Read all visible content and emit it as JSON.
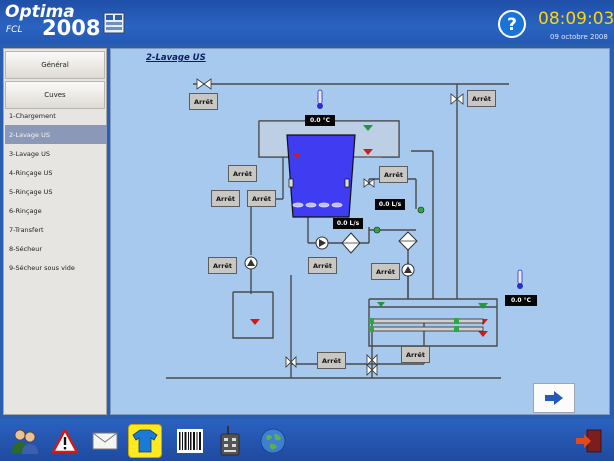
{
  "header": {
    "app_name": "Optima",
    "app_sub": "FCL",
    "app_year": "2008",
    "time": "08:09:03",
    "date": "09 octobre 2008"
  },
  "sidebar": {
    "general_label": "Général",
    "cuves_label": "Cuves",
    "items": [
      {
        "label": "1-Chargement"
      },
      {
        "label": "2-Lavage US",
        "active": true
      },
      {
        "label": "3-Lavage US"
      },
      {
        "label": "4-Rinçage US"
      },
      {
        "label": "5-Rinçage US"
      },
      {
        "label": "6-Rinçage"
      },
      {
        "label": "7-Transfert"
      },
      {
        "label": "8-Sécheur"
      },
      {
        "label": "9-Sécheur sous vide"
      }
    ]
  },
  "main": {
    "title": "2-Lavage US",
    "stop_label": "Arrêt",
    "temp_main": "0.0 °C",
    "temp_right": "0.0 °C",
    "flow_1": "0.0 L/s",
    "flow_2": "0.0 L/s"
  },
  "toolbar": {
    "icons": [
      "users-icon",
      "warning-icon",
      "mail-icon",
      "tshirt-icon",
      "barcode-icon",
      "remote-icon",
      "globe-icon",
      "exit-icon"
    ],
    "active_icon": "tshirt-icon"
  },
  "colors": {
    "header_bg": "#2459b5",
    "clock": "#ffd40a",
    "panel_bg": "#a7c9ee",
    "tank_liquid": "#3f3cf2",
    "active_tool": "#ffe920"
  }
}
